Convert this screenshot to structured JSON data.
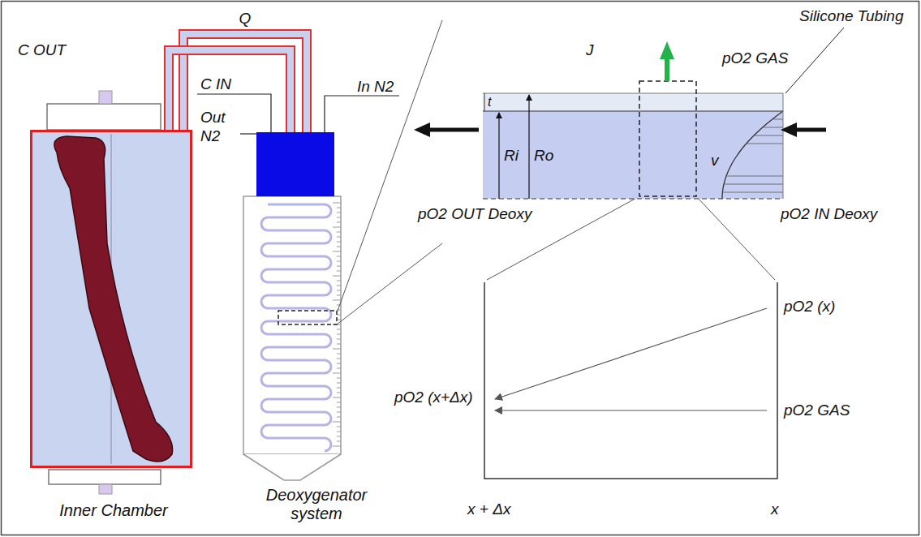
{
  "diagram": {
    "nodes": [
      {
        "text": [
          "Inner Chamber"
        ]
      },
      {
        "text": [
          "Deoxygenator system"
        ]
      }
    ],
    "edges": [
      {
        "from": 0,
        "to": 1,
        "arrow": "none",
        "label": "Q"
      }
    ],
    "labels": [
      "C OUT",
      "C IN",
      "Out N2",
      "In N2",
      "J",
      "pO2 GAS",
      "Silicone Tubing",
      "t",
      "Ri",
      "Ro",
      "v",
      "pO2 OUT Deoxy",
      "pO2 IN Deoxy",
      "pO2 (x)",
      "pO2 (x+Δx)",
      "pO2 GAS",
      "x + Δx",
      "x"
    ]
  }
}
